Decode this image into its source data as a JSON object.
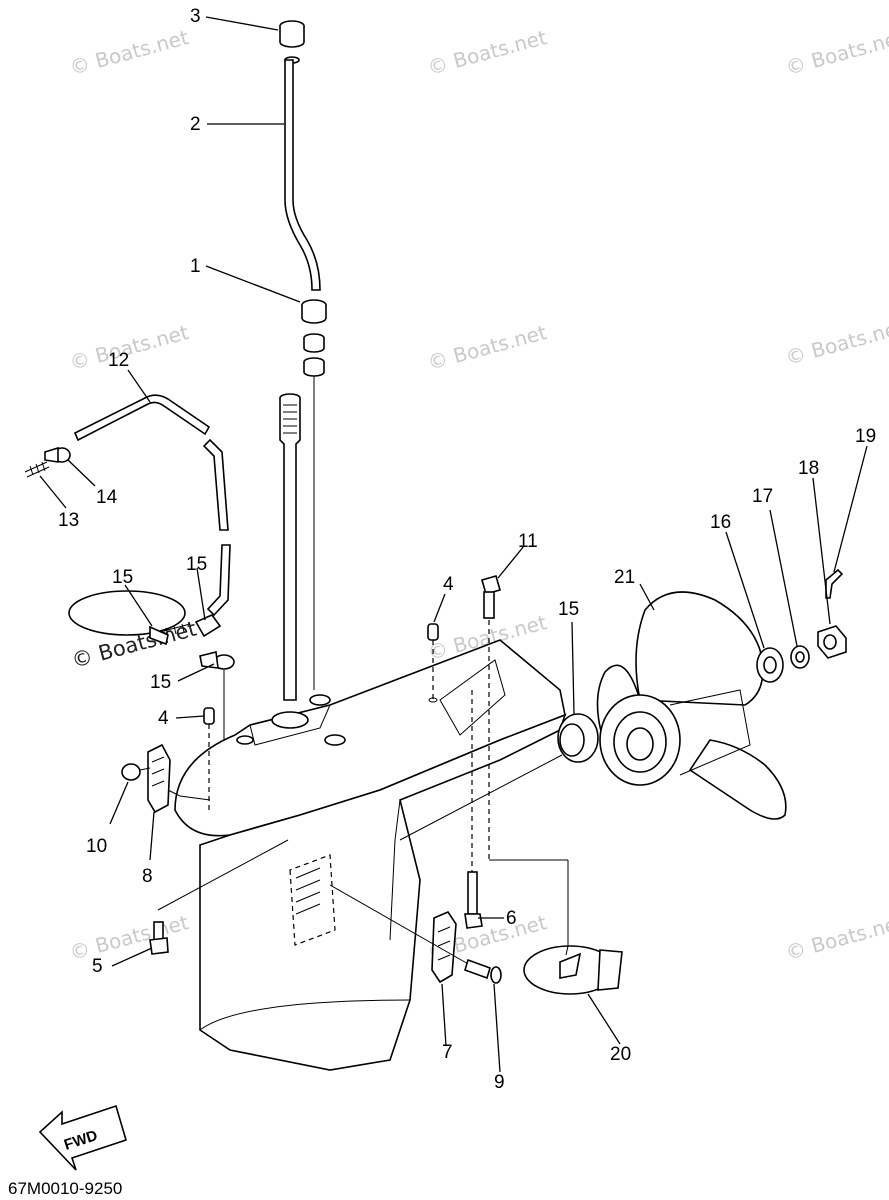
{
  "diagram": {
    "code": "67M0010-9250",
    "fwd_label": "FWD",
    "watermark": "© Boats.net",
    "callouts": [
      {
        "id": "c1",
        "label": "1"
      },
      {
        "id": "c2",
        "label": "2"
      },
      {
        "id": "c3",
        "label": "3"
      },
      {
        "id": "c4a",
        "label": "4"
      },
      {
        "id": "c4b",
        "label": "4"
      },
      {
        "id": "c5",
        "label": "5"
      },
      {
        "id": "c6",
        "label": "6"
      },
      {
        "id": "c7",
        "label": "7"
      },
      {
        "id": "c8",
        "label": "8"
      },
      {
        "id": "c9",
        "label": "9"
      },
      {
        "id": "c10",
        "label": "10"
      },
      {
        "id": "c11",
        "label": "11"
      },
      {
        "id": "c12",
        "label": "12"
      },
      {
        "id": "c13",
        "label": "13"
      },
      {
        "id": "c14",
        "label": "14"
      },
      {
        "id": "c15a",
        "label": "15"
      },
      {
        "id": "c15b",
        "label": "15"
      },
      {
        "id": "c15c",
        "label": "15"
      },
      {
        "id": "c15d",
        "label": "15"
      },
      {
        "id": "c16",
        "label": "16"
      },
      {
        "id": "c17",
        "label": "17"
      },
      {
        "id": "c18",
        "label": "18"
      },
      {
        "id": "c19",
        "label": "19"
      },
      {
        "id": "c20",
        "label": "20"
      },
      {
        "id": "c21",
        "label": "21"
      }
    ]
  }
}
